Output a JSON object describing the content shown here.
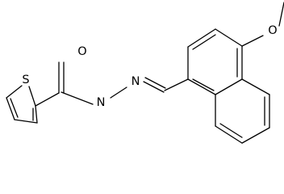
{
  "molecule": {
    "atoms": {
      "sulfur": "S",
      "carbonyl_oxygen": "O",
      "nitrogen_1": "N",
      "nitrogen_2": "N",
      "methoxy_oxygen": "O"
    }
  },
  "colors": {
    "bond": "#000000",
    "label": "#000000",
    "background": "#ffffff"
  }
}
